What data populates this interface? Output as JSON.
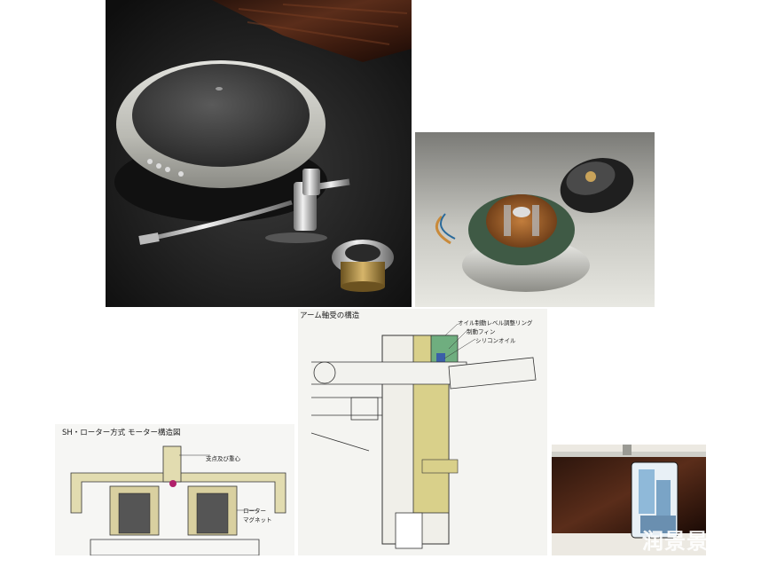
{
  "arm_diagram": {
    "title": "アーム軸受の構造",
    "callouts": [
      "オイル制動レベル調整リング",
      "制動フィン",
      "シリコンオイル"
    ]
  },
  "motor_diagram": {
    "title": "SH・ローター方式 モーター構造図",
    "callout_pivot": "支点及び重心",
    "callout_magnet_line1": "ローター",
    "callout_magnet_line2": "マグネット"
  },
  "watermark": "润景景"
}
